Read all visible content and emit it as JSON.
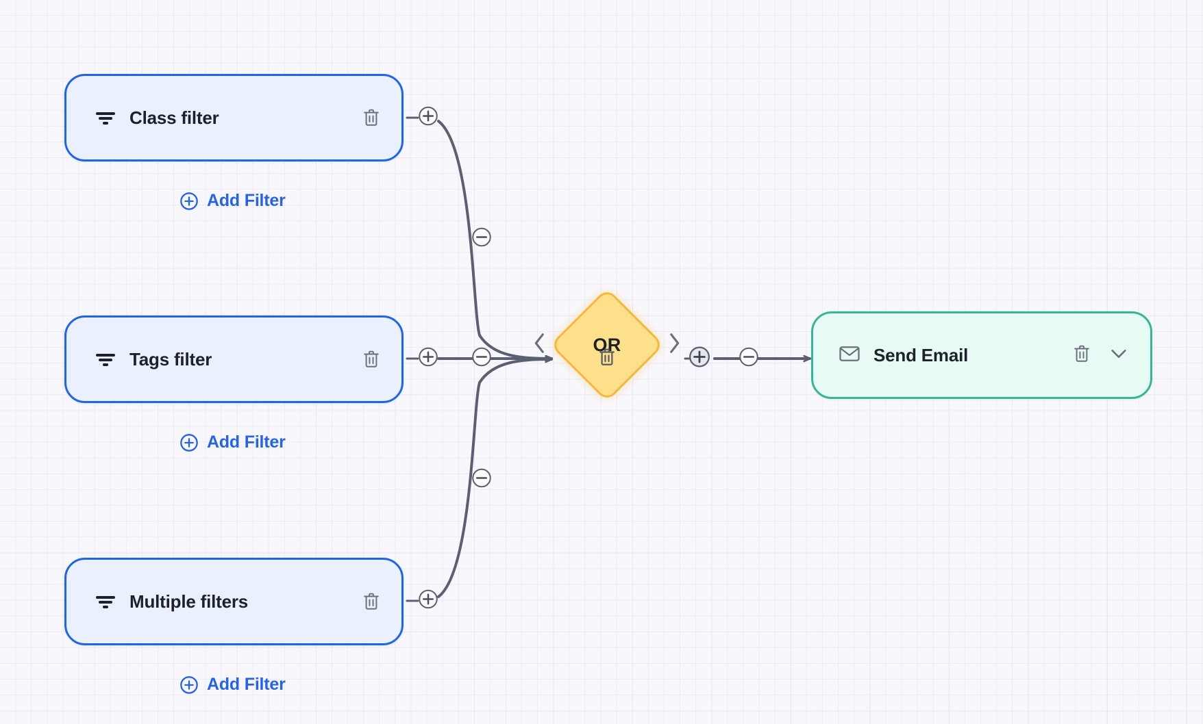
{
  "canvas": {
    "background_color": "#f8f8fc",
    "grid_line_color": "#eceaf7",
    "grid_major_color": "#e3e0f4"
  },
  "colors": {
    "filter_border": "#1f65eb",
    "filter_fill": "#eaf0fd",
    "link_blue": "#2563eb",
    "operator_fill": "#ffe08a",
    "operator_border": "#f5b73c",
    "action_border": "#33b795",
    "action_fill": "#e7faf3",
    "edge_stroke": "#5c5f72",
    "icon_gray": "#6b6f7b",
    "text_dark": "#1d2129"
  },
  "nodes": {
    "filters": [
      {
        "id": "class-filter",
        "label": "Class filter",
        "icon": "filter-icon",
        "delete_icon": "trash-icon"
      },
      {
        "id": "tags-filter",
        "label": "Tags filter",
        "icon": "filter-icon",
        "delete_icon": "trash-icon"
      },
      {
        "id": "multiple-filters",
        "label": "Multiple filters",
        "icon": "filter-icon",
        "delete_icon": "trash-icon"
      }
    ],
    "operator": {
      "id": "or-operator",
      "label": "OR",
      "prev_icon": "chevron-left-icon",
      "next_icon": "chevron-right-icon",
      "delete_icon": "trash-icon"
    },
    "action": {
      "id": "send-email",
      "label": "Send Email",
      "icon": "mail-icon",
      "delete_icon": "trash-icon",
      "expand_icon": "chevron-down-icon"
    }
  },
  "add_filter_links": [
    {
      "id": "add-filter-1",
      "label": "Add Filter",
      "icon": "plus-circle-icon"
    },
    {
      "id": "add-filter-2",
      "label": "Add Filter",
      "icon": "plus-circle-icon"
    },
    {
      "id": "add-filter-3",
      "label": "Add Filter",
      "icon": "plus-circle-icon"
    }
  ],
  "edges": [
    {
      "id": "edge-class-to-or",
      "from": "class-filter",
      "to": "or-operator",
      "shape": "curve-down",
      "add_handle": "plus-circle-handle",
      "remove_handle": "minus-circle-handle"
    },
    {
      "id": "edge-tags-to-or",
      "from": "tags-filter",
      "to": "or-operator",
      "shape": "straight",
      "add_handle": "plus-circle-handle",
      "remove_handle": "minus-circle-handle"
    },
    {
      "id": "edge-multiple-to-or",
      "from": "multiple-filters",
      "to": "or-operator",
      "shape": "curve-up",
      "add_handle": "plus-circle-handle",
      "remove_handle": "minus-circle-handle"
    },
    {
      "id": "edge-or-to-email",
      "from": "or-operator",
      "to": "send-email",
      "shape": "straight",
      "add_handle": "plus-circle-handle",
      "remove_handle": "minus-circle-handle"
    }
  ]
}
